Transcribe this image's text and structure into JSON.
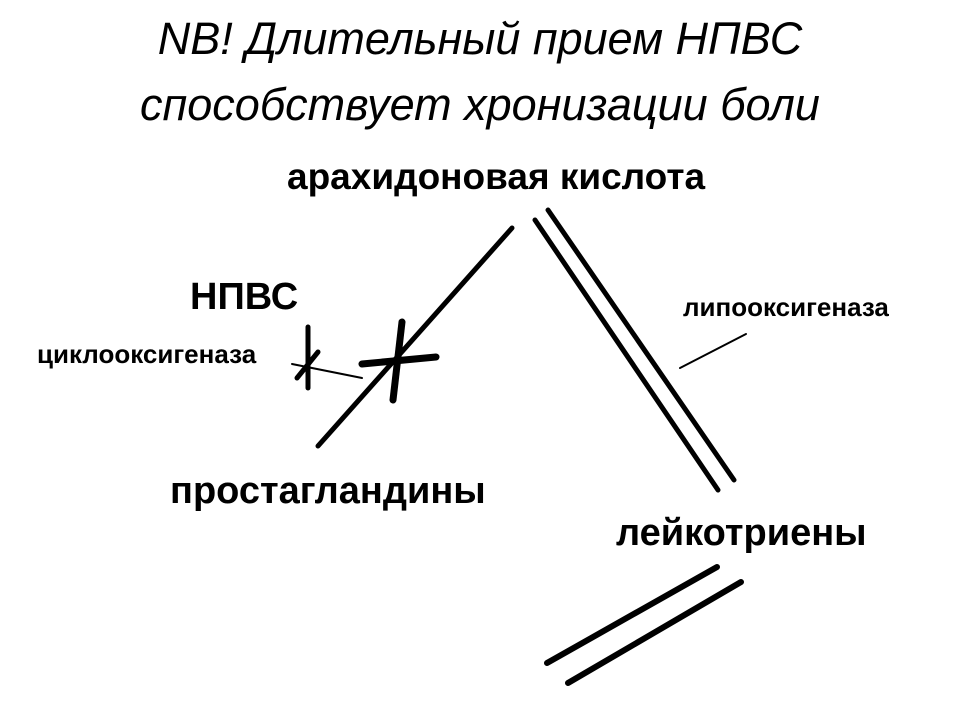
{
  "title": {
    "line1": "NB! Длительный прием НПВС",
    "line2": "способствует хронизации боли"
  },
  "labels": {
    "arachidonic_acid": "арахидоновая кислота",
    "nsaid": "НПВС",
    "cyclooxygenase": "циклооксигеназа",
    "lipoxygenase": "липооксигеназа",
    "prostaglandins": "простагландины",
    "leukotrienes": "лейкотриены"
  },
  "colors": {
    "ink": "#000000",
    "background": "#ffffff"
  }
}
